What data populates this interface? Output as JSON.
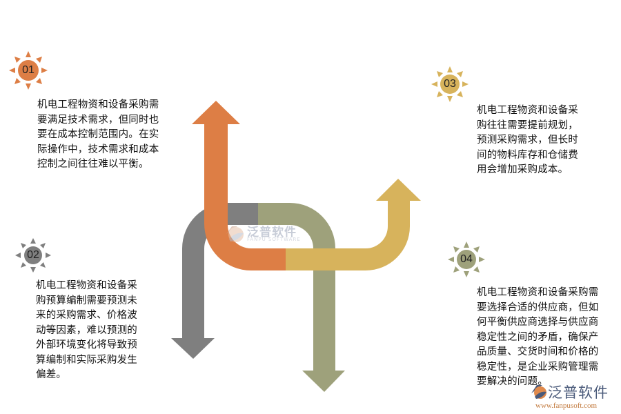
{
  "colors": {
    "orange": "#DD7E45",
    "gray": "#7F7F7F",
    "olive": "#9EA17B",
    "yellow": "#D7B35C",
    "badge_01": "#DD7E45",
    "badge_02": "#7F7F7F",
    "badge_03": "#D7B35C",
    "badge_04": "#9EA17B"
  },
  "items": [
    {
      "number": "01",
      "lines": [
        "机电工程物资和设备采购需",
        "要满足技术需求，但同时也",
        "要在成本控制范围内。在实",
        "际操作中，技术需求和成本",
        "控制之间往往难以平衡。"
      ]
    },
    {
      "number": "02",
      "lines": [
        "机电工程物资和设备采",
        "购预算编制需要预测未",
        "来的采购需求、价格波",
        "动等因素，难以预测的",
        "外部环境变化将导致预",
        "算编制和实际采购发生",
        "偏差。"
      ]
    },
    {
      "number": "03",
      "lines": [
        "机电工程物资和设备采",
        "购往往需要提前规划，",
        "预测采购需求，但长时",
        "间的物料库存和仓储费",
        "用会增加采购成本。"
      ]
    },
    {
      "number": "04",
      "lines": [
        "机电工程物资和设备采购需",
        "要选择合适的供应商，但如",
        "何平衡供应商选择与供应商",
        "稳定性之间的矛盾，确保产",
        "品质量、交货时间和价格的",
        "稳定性，是企业采购管理需",
        "要解决的问题。"
      ]
    }
  ],
  "watermark_center": {
    "cn": "泛普软件",
    "en": "FANPU SOFTWARE"
  },
  "watermark_corner": {
    "cn": "泛普软件",
    "en": "www.fanpusoft.com"
  }
}
